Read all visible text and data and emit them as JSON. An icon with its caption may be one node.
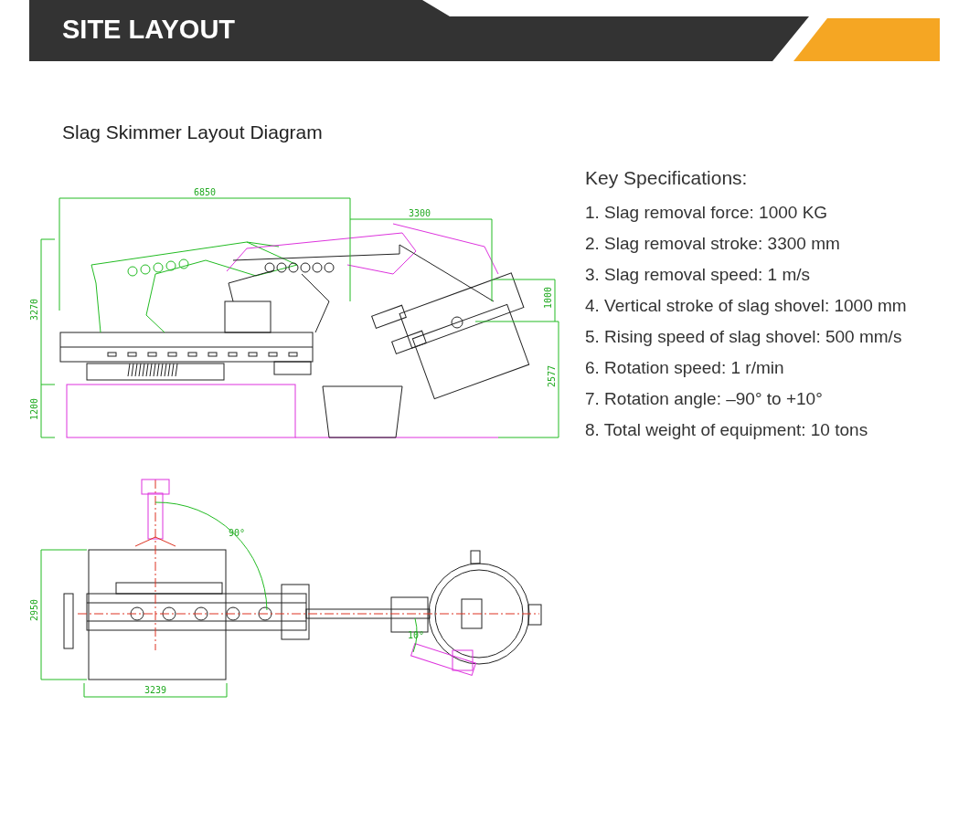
{
  "diagram": {
    "title": "SITE LAYOUT",
    "labels": [
      "Slag Skimmer Layout Diagram",
      "6850",
      "3300",
      "3270",
      "1000",
      "2577",
      "1200",
      "90°",
      "2950",
      "10°",
      "3239",
      "Key Specifications:",
      "1. Slag removal force: 1000 KG",
      "2. Slag removal stroke: 3300 mm",
      "3. Slag removal speed: 1 m/s",
      "4. Vertical stroke of slag shovel: 1000 mm",
      "5. Rising speed of slag shovel: 500 mm/s",
      "6. Rotation speed: 1 r/min",
      "7. Rotation angle: –90° to +10°",
      "8. Total weight of equipment: 10 tons"
    ]
  }
}
